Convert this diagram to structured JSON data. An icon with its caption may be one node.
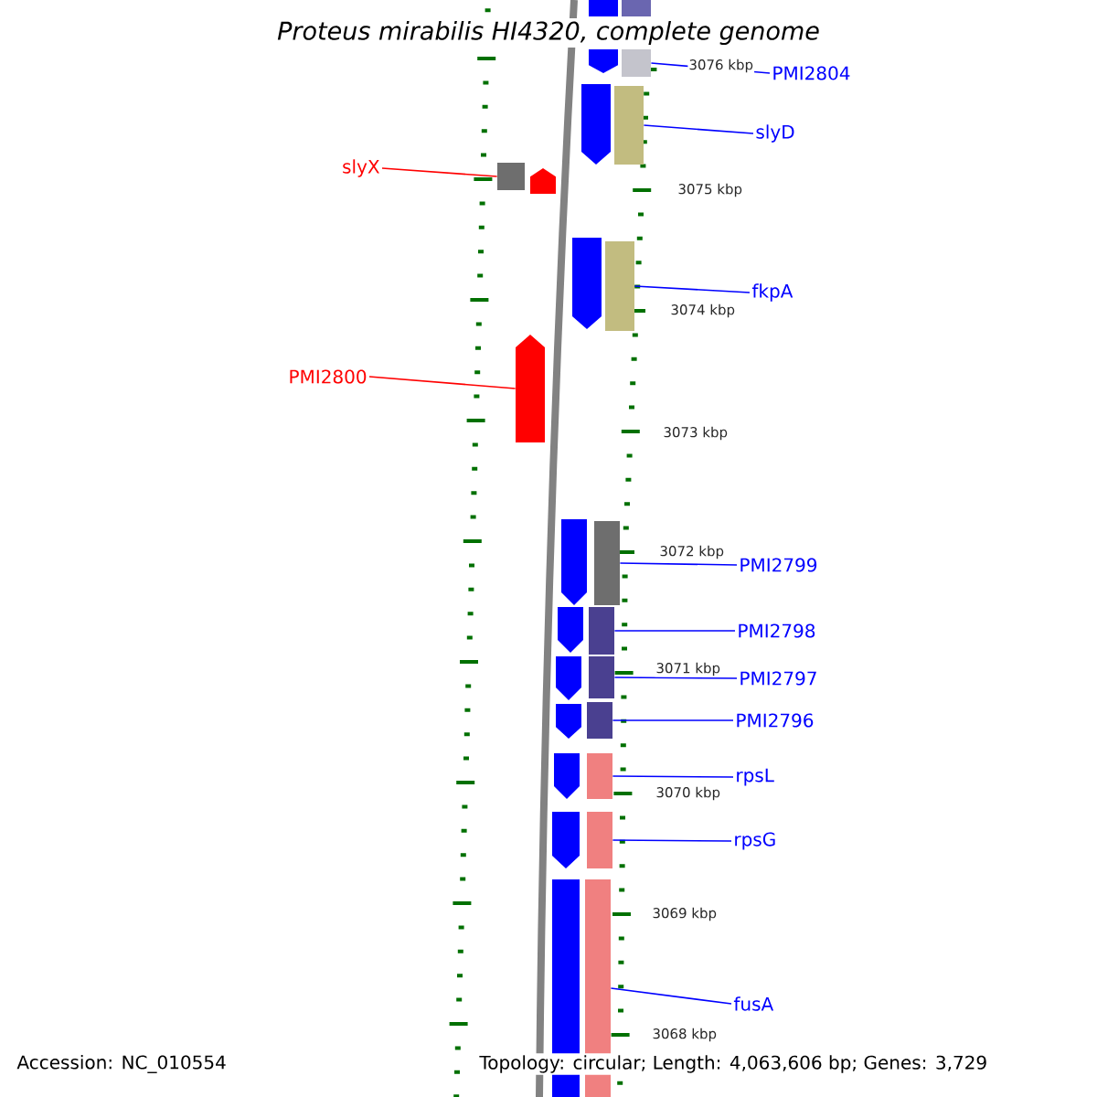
{
  "diagram": {
    "title": "Proteus mirabilis HI4320, complete genome",
    "nodes": [
      {
        "text": [
          "slyX"
        ]
      },
      {
        "text": [
          "PMI2800"
        ]
      },
      {
        "text": [
          "PMI2804"
        ]
      },
      {
        "text": [
          "slyD"
        ]
      },
      {
        "text": [
          "fkpA"
        ]
      },
      {
        "text": [
          "PMI2799"
        ]
      },
      {
        "text": [
          "PMI2798"
        ]
      },
      {
        "text": [
          "PMI2797"
        ]
      },
      {
        "text": [
          "PMI2796"
        ]
      },
      {
        "text": [
          "rpsL"
        ]
      },
      {
        "text": [
          "rpsG"
        ]
      },
      {
        "text": [
          "fusA"
        ]
      },
      {
        "text": [],
        "shape": "box"
      },
      {
        "text": [],
        "shape": "box"
      },
      {
        "text": [],
        "shape": "box"
      },
      {
        "text": [],
        "shape": "box"
      },
      {
        "text": [],
        "shape": "arrow"
      },
      {
        "text": [],
        "shape": "box"
      },
      {
        "text": [],
        "shape": "box"
      },
      {
        "text": [],
        "shape": "box"
      },
      {
        "text": [],
        "shape": "box"
      },
      {
        "text": [],
        "shape": "box"
      },
      {
        "text": [],
        "shape": "box"
      },
      {
        "text": [],
        "shape": "box"
      },
      {
        "text": [],
        "shape": "arrow"
      },
      {
        "text": [],
        "shape": "arrow"
      },
      {
        "text": [],
        "shape": "arrow"
      },
      {
        "text": [],
        "shape": "arrow"
      },
      {
        "text": [],
        "shape": "arrow"
      },
      {
        "text": [],
        "shape": "arrow"
      },
      {
        "text": [],
        "shape": "arrow"
      },
      {
        "text": [],
        "shape": "arrow"
      },
      {
        "text": [],
        "shape": "arrow"
      },
      {
        "text": [],
        "shape": "arrow"
      },
      {
        "text": [],
        "shape": "arrow"
      }
    ],
    "edges": [
      {
        "from": 0,
        "to": 14,
        "arrow": "none",
        "color": "#ff0000"
      },
      {
        "from": 1,
        "to": 16,
        "arrow": "none",
        "color": "#ff0000"
      },
      {
        "from": 2,
        "to": 12,
        "arrow": "none"
      },
      {
        "from": 3,
        "to": 13,
        "arrow": "none"
      },
      {
        "from": 4,
        "to": 15,
        "arrow": "none"
      },
      {
        "from": 5,
        "to": 17,
        "arrow": "none"
      },
      {
        "from": 6,
        "to": 18,
        "arrow": "none"
      },
      {
        "from": 7,
        "to": 19,
        "arrow": "none"
      },
      {
        "from": 8,
        "to": 20,
        "arrow": "none"
      },
      {
        "from": 9,
        "to": 21,
        "arrow": "none"
      },
      {
        "from": 10,
        "to": 22,
        "arrow": "none"
      },
      {
        "from": 11,
        "to": 23,
        "arrow": "none"
      }
    ],
    "labels": [
      "3076 kbp",
      "3075 kbp",
      "3074 kbp",
      "3073 kbp",
      "3072 kbp",
      "3071 kbp",
      "3070 kbp",
      "3069 kbp",
      "3068 kbp",
      "Accession: NC_010554",
      "Topology: circular; Length: 4,063,606 bp; Genes: 3,729"
    ]
  }
}
